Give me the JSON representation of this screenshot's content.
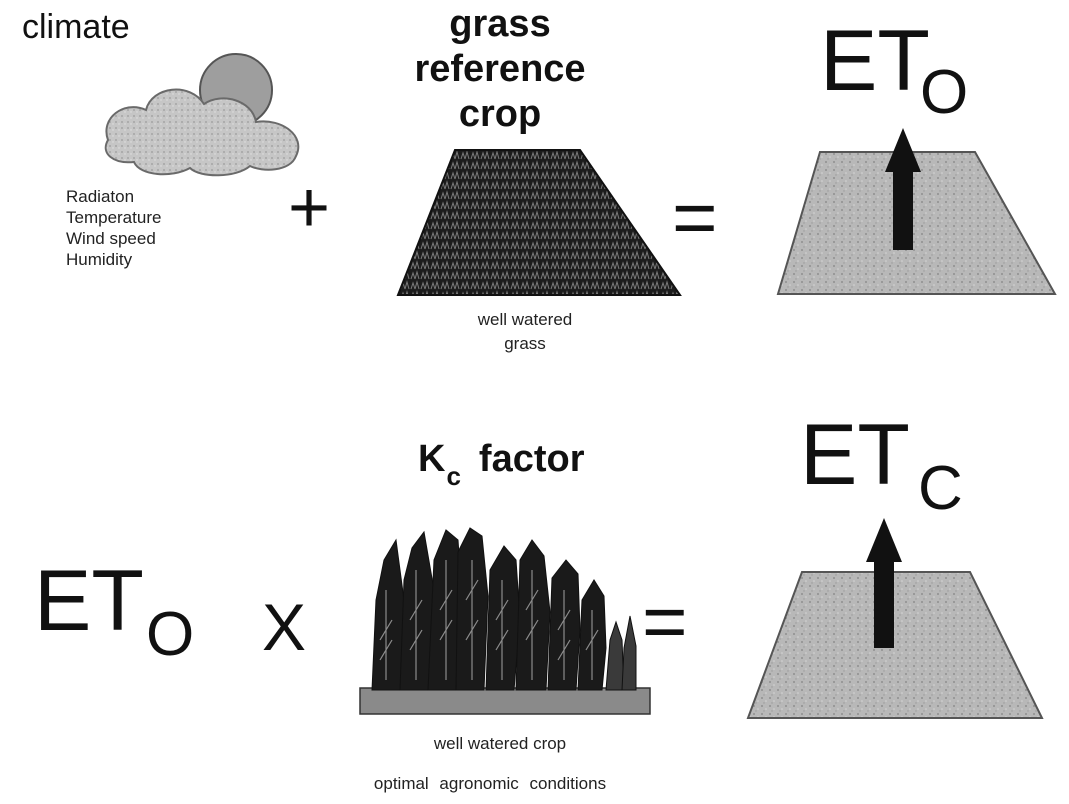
{
  "climate": {
    "label": "climate",
    "factors": [
      "Radiaton",
      "Temperature",
      "Wind speed",
      "Humidity"
    ]
  },
  "grass": {
    "title_lines": [
      "grass",
      "reference",
      "crop"
    ],
    "caption_lines": [
      "well watered",
      "grass"
    ]
  },
  "operators": {
    "plus": "+",
    "equals_top": "=",
    "times": "X",
    "equals_bottom": "="
  },
  "et0": {
    "main": "ET",
    "sub": "O"
  },
  "etc": {
    "main": "ET",
    "sub": "C"
  },
  "kc": {
    "letter": "K",
    "sub": "c",
    "word": "factor"
  },
  "crop": {
    "caption_1": "well watered crop",
    "caption_2": "optimal agronomic conditions"
  }
}
